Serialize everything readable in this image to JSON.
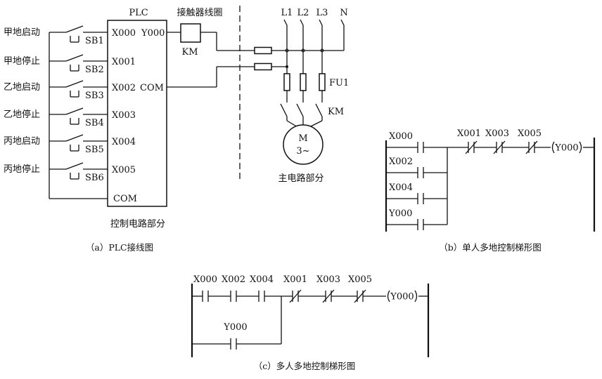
{
  "plc": {
    "title": "PLC",
    "inputs": [
      {
        "station": "甲地启动",
        "button": "SB1",
        "terminal": "X000"
      },
      {
        "station": "甲地停止",
        "button": "SB2",
        "terminal": "X001"
      },
      {
        "station": "乙地启动",
        "button": "SB3",
        "terminal": "X002"
      },
      {
        "station": "乙地停止",
        "button": "SB4",
        "terminal": "X003"
      },
      {
        "station": "丙地启动",
        "button": "SB5",
        "terminal": "X004"
      },
      {
        "station": "丙地停止",
        "button": "SB6",
        "terminal": "X005"
      }
    ],
    "in_com": "COM",
    "output": "Y000",
    "out_com": "COM",
    "control_label": "控制电路部分"
  },
  "coil": {
    "title": "接触器线圈",
    "label": "KM"
  },
  "main_circuit": {
    "phases": [
      "L1",
      "L2",
      "L3",
      "N"
    ],
    "fuse": "FU1",
    "contactor": "KM",
    "motor": "M",
    "motor_sub": "3~",
    "label": "主电路部分"
  },
  "ladder_b": {
    "parallel": [
      "X000",
      "X002",
      "X004",
      "Y000"
    ],
    "series": [
      "X001",
      "X003",
      "X005"
    ],
    "coil": "(Y000)"
  },
  "ladder_c": {
    "series_no": [
      "X000",
      "X002",
      "X004"
    ],
    "series_nc": [
      "X001",
      "X003",
      "X005"
    ],
    "holding": "Y000",
    "coil": "(Y000)"
  },
  "captions": {
    "a": "（a）PLC接线图",
    "b": "（b）单人多地控制梯形图",
    "c": "（c）多人多地控制梯形图"
  }
}
